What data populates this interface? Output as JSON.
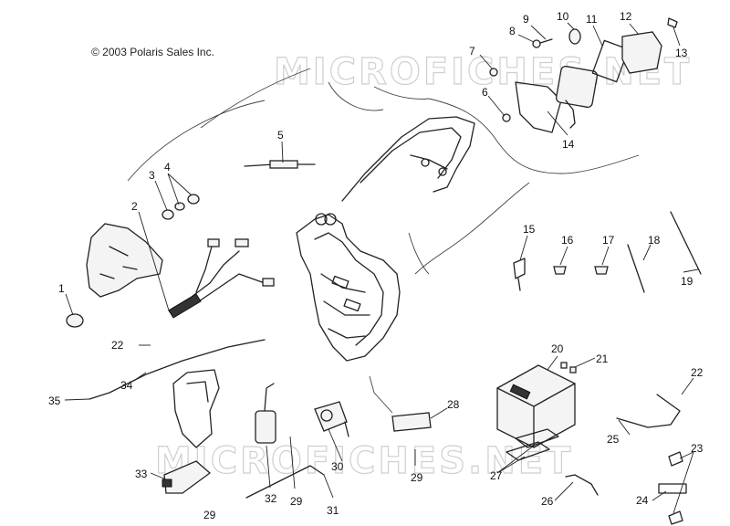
{
  "copyright": "© 2003 Polaris Sales Inc.",
  "watermarks": [
    "MICROFICHES.NET",
    "MICROFICHES.NET"
  ],
  "callouts": {
    "c1": "1",
    "c2": "2",
    "c3": "3",
    "c4": "4",
    "c5": "5",
    "c6": "6",
    "c7": "7",
    "c8": "8",
    "c9": "9",
    "c10": "10",
    "c11": "11",
    "c12": "12",
    "c13": "13",
    "c14": "14",
    "c15": "15",
    "c16": "16",
    "c17": "17",
    "c18": "18",
    "c19": "19",
    "c20": "20",
    "c21": "21",
    "c22a": "22",
    "c22b": "22",
    "c23": "23",
    "c24": "24",
    "c25": "25",
    "c26": "26",
    "c27": "27",
    "c28": "28",
    "c29a": "29",
    "c29b": "29",
    "c29c": "29",
    "c30": "30",
    "c31": "31",
    "c32": "32",
    "c33": "33",
    "c34": "34",
    "c35": "35"
  }
}
